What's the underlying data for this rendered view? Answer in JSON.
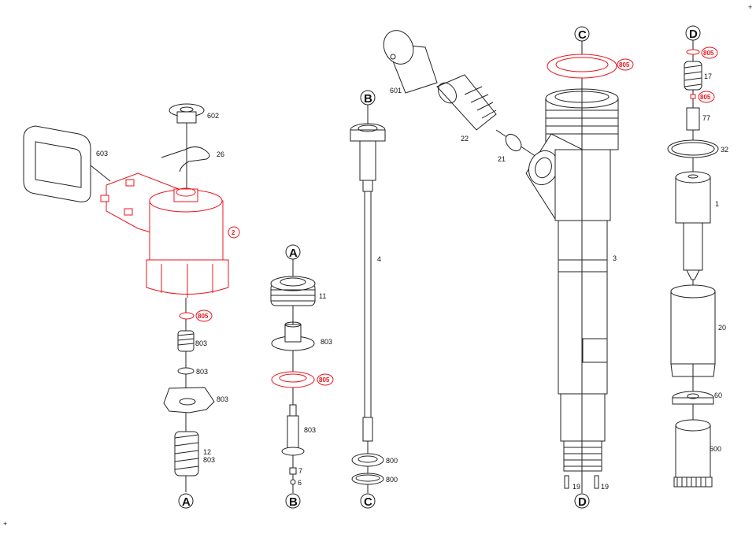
{
  "diagram": {
    "corner_marks": [
      "+",
      "+"
    ],
    "colors": {
      "highlight": "#e8141c",
      "line": "#222222"
    },
    "reference_markers": {
      "A": "A",
      "B": "B",
      "C": "C",
      "D": "D"
    },
    "group1": {
      "connector": "603",
      "cap": "602",
      "clip": "26",
      "solenoid": "2",
      "seal": "805",
      "spring": "803",
      "washer": "803",
      "armature": "803",
      "spring_main_a": "12",
      "spring_main_b": "803"
    },
    "group2": {
      "nut": "11",
      "valve_seat": "803",
      "seal": "805",
      "valve_piece": "803",
      "part7": "7",
      "part6": "6"
    },
    "group3": {
      "rod": "4",
      "ring1": "800",
      "ring2": "800"
    },
    "group4": {
      "cap": "601",
      "inlet": "22",
      "ring": "21",
      "seal": "805",
      "body": "3",
      "pin1": "19",
      "pin2": "19"
    },
    "group5": {
      "seal_top": "805",
      "spring": "17",
      "seal_small": "805",
      "spacer": "77",
      "ring": "32",
      "nozzle": "1",
      "nut": "20",
      "washer": "60",
      "tool": "600"
    }
  }
}
